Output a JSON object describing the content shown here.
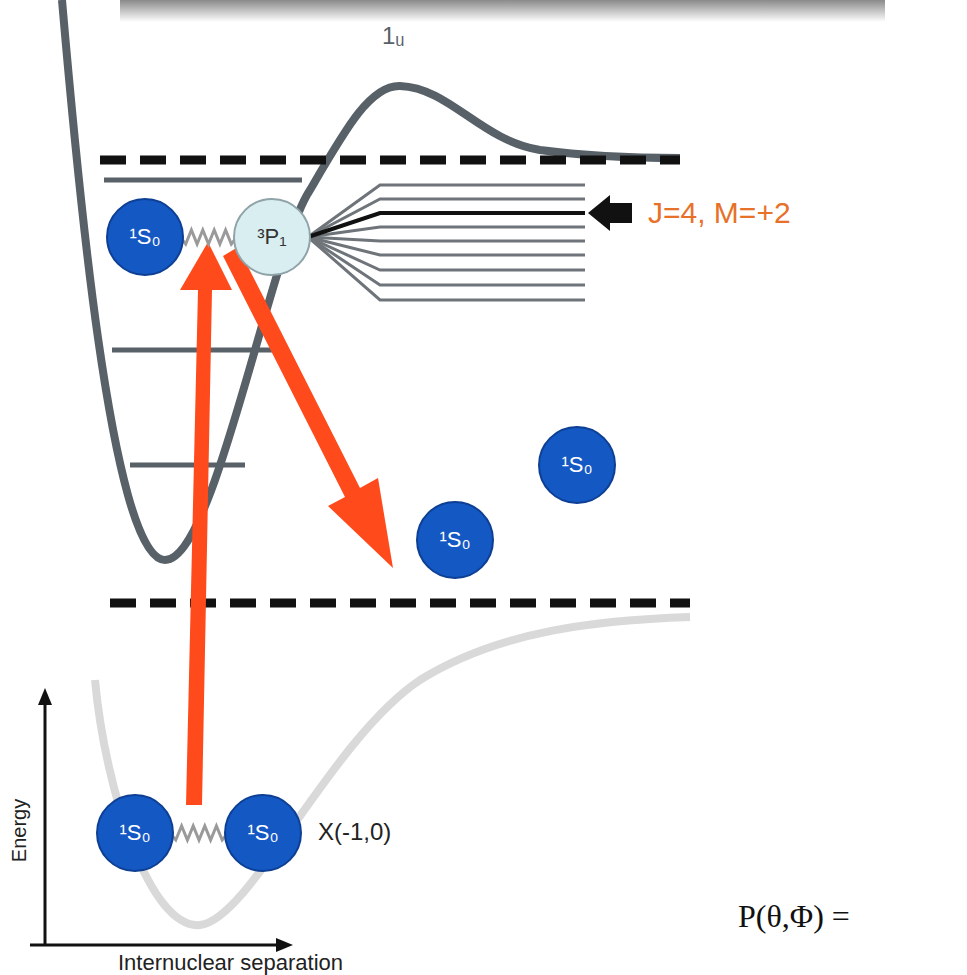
{
  "diagram": {
    "nodes": [
      {
        "text": [
          "¹S₀"
        ]
      },
      {
        "text": [
          "³P₁"
        ]
      },
      {
        "text": [
          "¹S₀"
        ]
      },
      {
        "text": [
          "¹S₀"
        ]
      },
      {
        "text": [
          "¹S₀"
        ]
      },
      {
        "text": [
          "¹S₀"
        ]
      }
    ],
    "edges": [
      {
        "from": 0,
        "to": 1,
        "arrow": "none"
      },
      {
        "from": 4,
        "to": 5,
        "arrow": "none"
      }
    ],
    "labels": [
      "1ᵤ",
      "J=4, M=+2",
      "X(-1,0)",
      "Energy",
      "Internuclear separation",
      "P(θ,Φ) ="
    ]
  }
}
